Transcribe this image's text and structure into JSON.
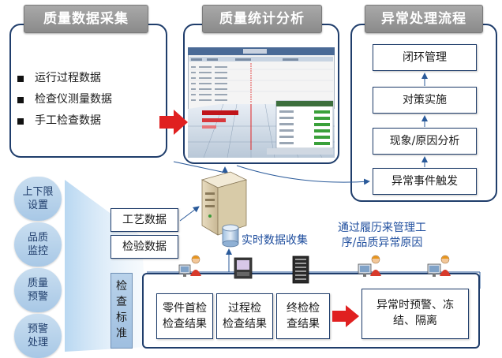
{
  "sections": {
    "collect_title": "质量数据采集",
    "analysis_title": "质量统计分析",
    "process_title": "异常处理流程"
  },
  "collect_items": [
    "运行过程数据",
    "检查仪测量数据",
    "手工检查数据"
  ],
  "flow_steps": [
    "闭环管理",
    "对策实施",
    "现象/原因分析",
    "异常事件触发"
  ],
  "bubbles": [
    {
      "line1": "上下限",
      "line2": "设置"
    },
    {
      "line1": "品质",
      "line2": "监控"
    },
    {
      "line1": "质量",
      "line2": "预警"
    },
    {
      "line1": "预警",
      "line2": "处理"
    }
  ],
  "data_labels": {
    "process_data": "工艺数据",
    "inspect_data": "检验数据"
  },
  "realtime_label": "实时数据收集",
  "history_note": {
    "line1": "通过履历来管理工",
    "line2": "序/品质异常原因"
  },
  "standard": {
    "line1": "检",
    "line2": "查",
    "line3": "标",
    "line4": "准"
  },
  "results": [
    {
      "line1": "零件首检",
      "line2": "检查结果"
    },
    {
      "line1": "过程检",
      "line2": "检查结果"
    },
    {
      "line1": "终检检",
      "line2": "查结果"
    }
  ],
  "alarm_box": {
    "line1": "异常时预警、冻",
    "line2": "结、隔离"
  },
  "colors": {
    "panel_border": "#1f3d6b",
    "header_gray": "#9a9a9a",
    "arrow_red": "#e02020",
    "bubble_blue": "#b5d0ea",
    "note_blue": "#1f4e9e"
  }
}
